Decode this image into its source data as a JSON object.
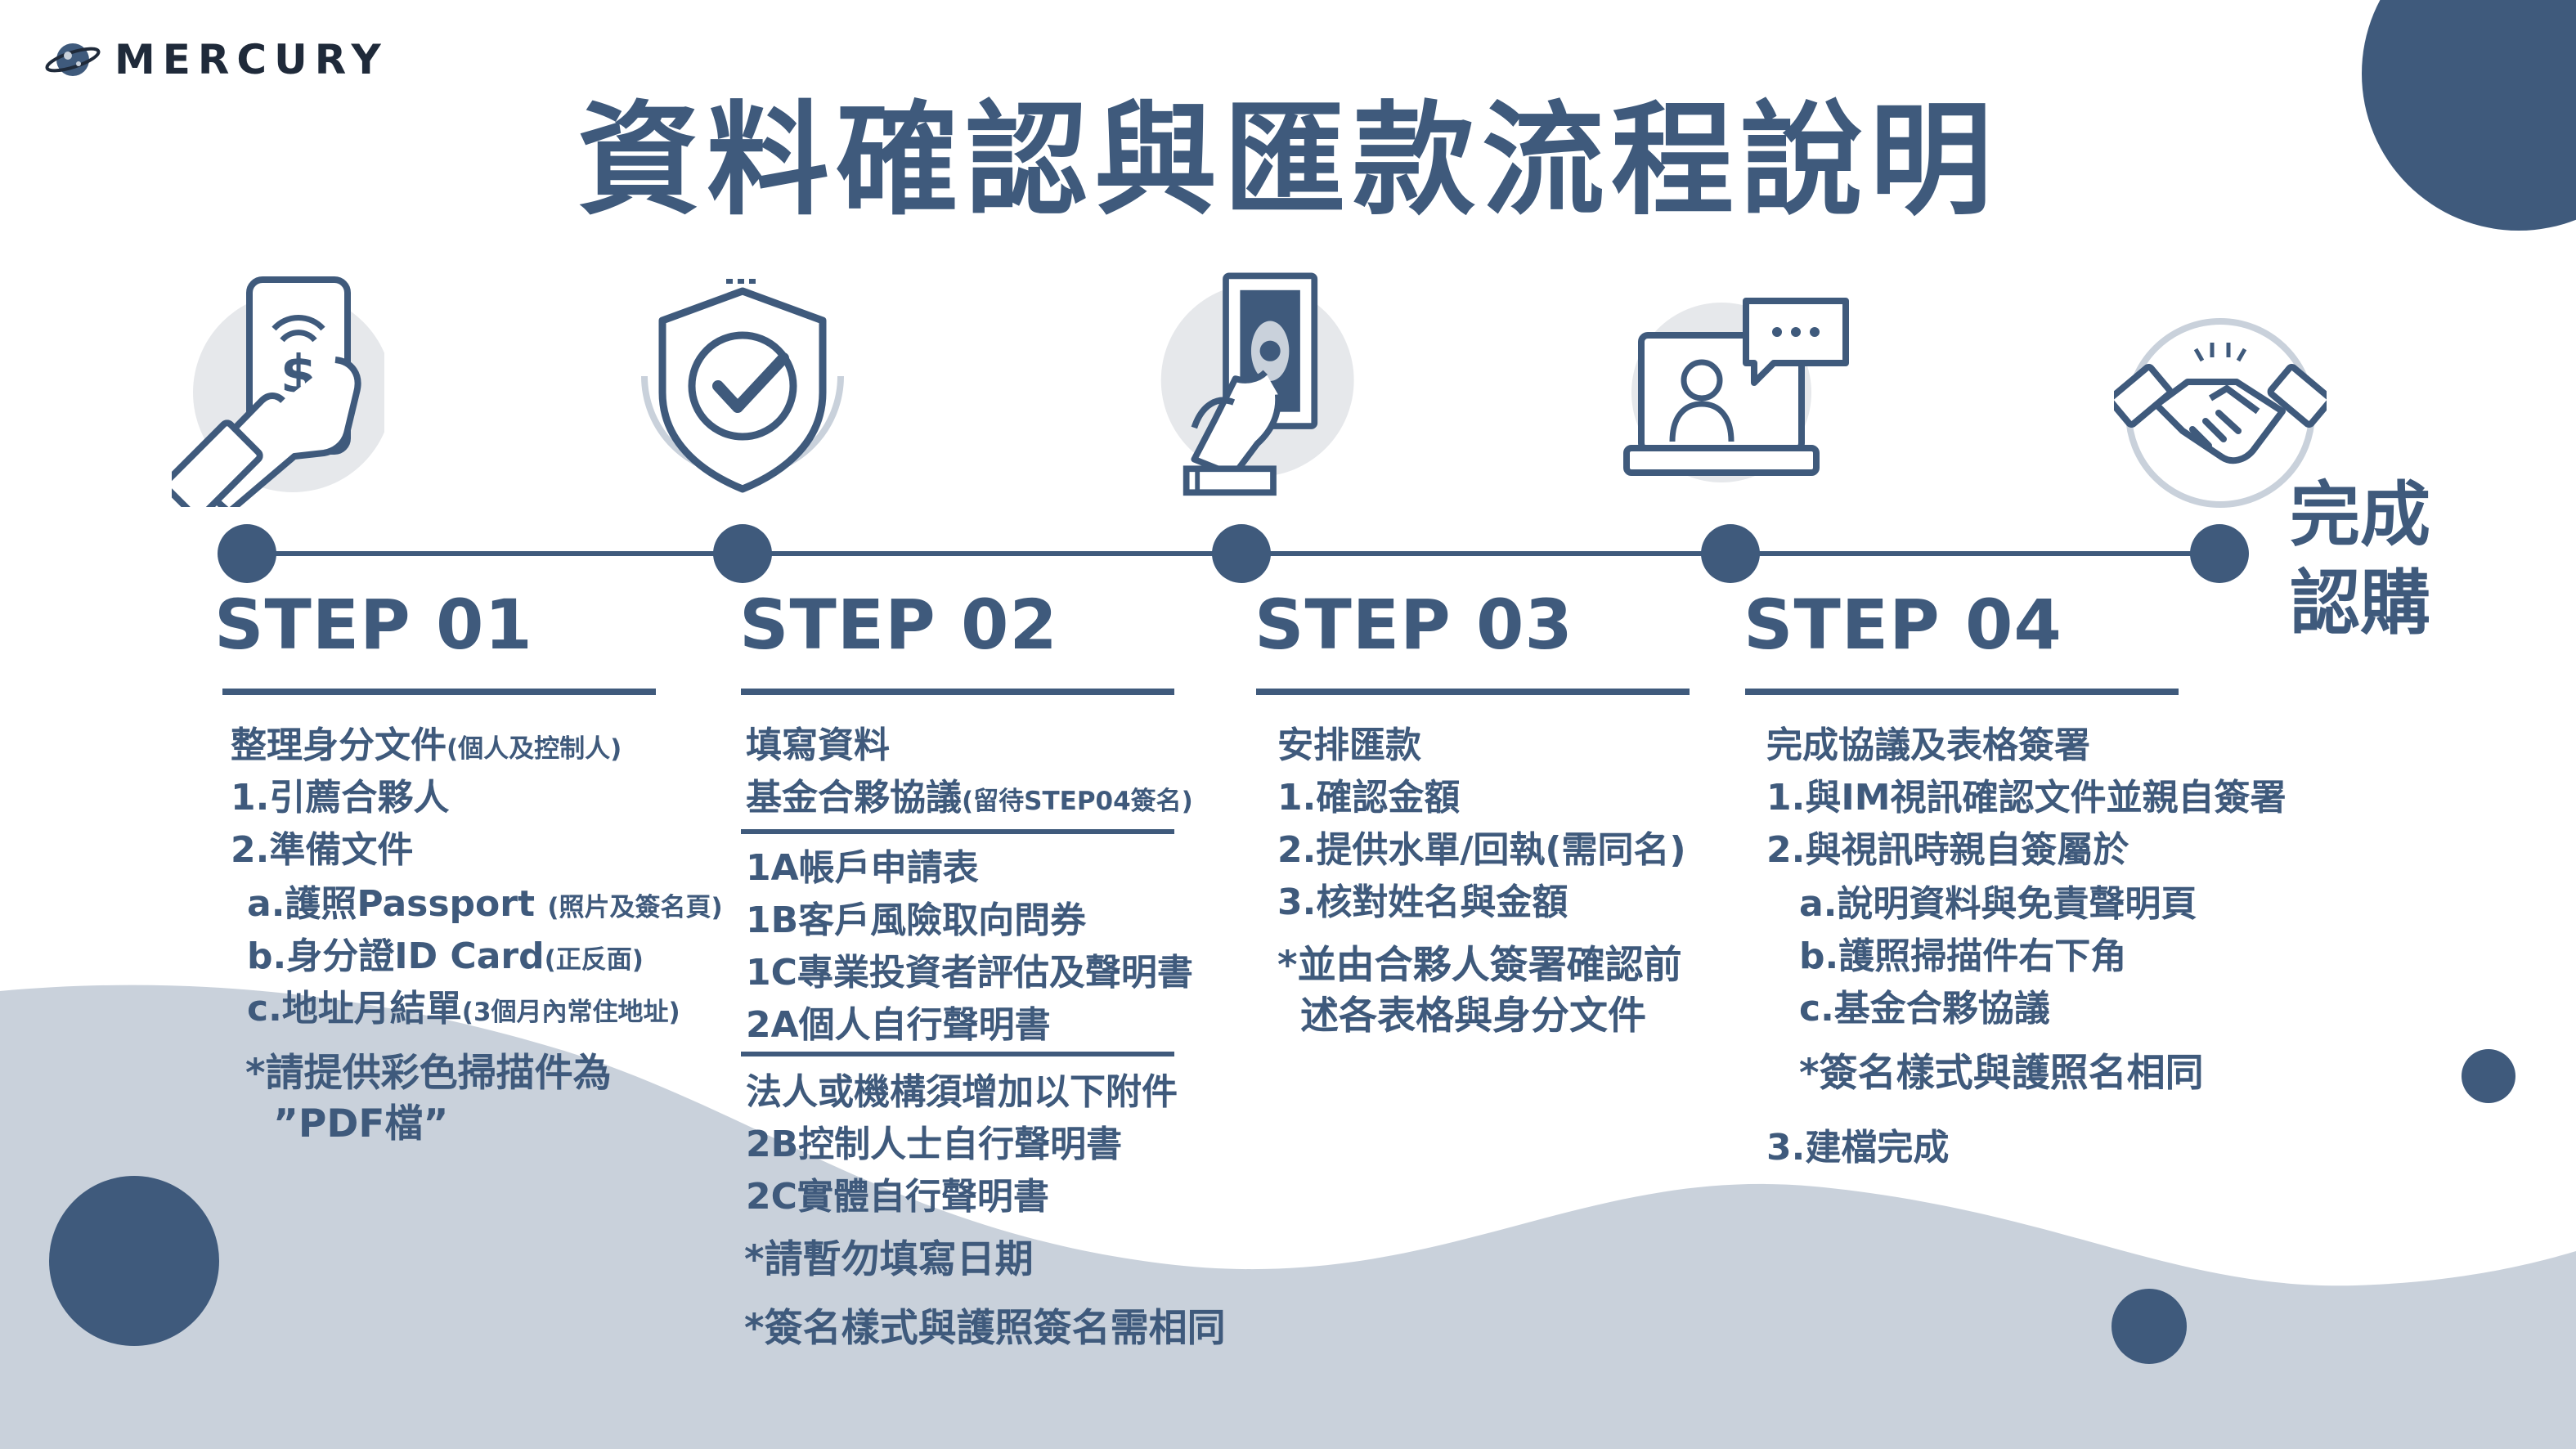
{
  "brand": {
    "name": "MERCURY",
    "logo_icon": "planet-logo-icon"
  },
  "title": "資料確認與匯款流程說明",
  "colors": {
    "primary": "#3f5a7c",
    "light_gray": "#e6e8eb",
    "wave": "#c9d1db",
    "text_dark": "#1f2a3a"
  },
  "steps": [
    {
      "title": "STEP 01",
      "icon": "phone-dollar-icon",
      "heading": {
        "main": "整理身分文件",
        "small": "(個人及控制人)"
      },
      "items": [
        {
          "main": "1.引薦合夥人",
          "small": ""
        },
        {
          "main": "2.準備文件",
          "small": ""
        },
        {
          "main": "a.護照Passport ",
          "small": "(照片及簽名頁)"
        },
        {
          "main": "b.身分證ID Card",
          "small": "(正反面)"
        },
        {
          "main": "c.地址月結單",
          "small": "(3個月內常住地址)"
        }
      ],
      "notes": [
        "*請提供彩色掃描件為",
        "”PDF檔”"
      ]
    },
    {
      "title": "STEP 02",
      "icon": "shield-check-icon",
      "heading": {
        "main": "填寫資料",
        "small": ""
      },
      "heading2": {
        "main": "基金合夥協議",
        "small": "(留待STEP04簽名)"
      },
      "group1": [
        "1A帳戶申請表",
        "1B客戶風險取向問券",
        "1C專業投資者評估及聲明書",
        "2A個人自行聲明書"
      ],
      "group2": [
        "法人或機構須增加以下附件",
        "2B控制人士自行聲明書",
        "2C實體自行聲明書"
      ],
      "notes": [
        "*請暫勿填寫日期",
        "*簽名樣式與護照簽名需相同"
      ]
    },
    {
      "title": "STEP 03",
      "icon": "hand-money-icon",
      "heading": "安排匯款",
      "items": [
        "1.確認金額",
        "2.提供水單/回執(需同名)",
        "3.核對姓名與金額"
      ],
      "notes": [
        "*並由合夥人簽署確認前",
        "述各表格與身分文件"
      ]
    },
    {
      "title": "STEP 04",
      "icon": "video-call-icon",
      "heading": "完成協議及表格簽署",
      "items": [
        "1.與IM視訊確認文件並親自簽署",
        "2.與視訊時親自簽屬於",
        "a.說明資料與免責聲明頁",
        "b.護照掃描件右下角",
        "c.基金合夥協議"
      ],
      "notes": [
        "*簽名樣式與護照名相同"
      ],
      "final": "3.建檔完成"
    }
  ],
  "complete": {
    "icon": "handshake-icon",
    "line1": "完成",
    "line2": "認購"
  }
}
